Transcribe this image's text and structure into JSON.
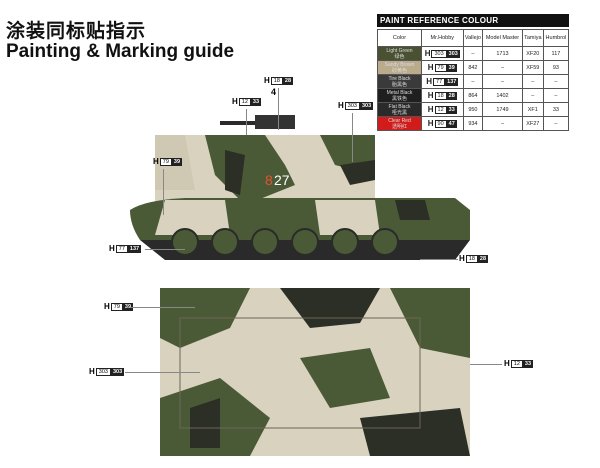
{
  "title_cn": "涂装同标贴指示",
  "title_en": "Painting & Marking guide",
  "table": {
    "heading": "PAINT  REFERENCE COLOUR",
    "columns": [
      "Color",
      "Mr.Hobby",
      "Vallejo",
      "Model Master",
      "Tamiya",
      "Humbrol"
    ],
    "rows": [
      {
        "name": "Light Green",
        "cn": "绿色",
        "color": "#4a5132",
        "h1": "303",
        "h2": "303",
        "vallejo": "–",
        "mm": "1713",
        "tamiya": "XF20",
        "humbrol": "117"
      },
      {
        "name": "Sandy Brown",
        "cn": "砂黄色",
        "color": "#b9ab8c",
        "h1": "79",
        "h2": "39",
        "vallejo": "842",
        "mm": "–",
        "tamiya": "XF59",
        "humbrol": "93"
      },
      {
        "name": "Tire Black",
        "cn": "胎黑色",
        "color": "#3a3a3a",
        "h1": "77",
        "h2": "137",
        "vallejo": "–",
        "mm": "–",
        "tamiya": "–",
        "humbrol": "–"
      },
      {
        "name": "Metal Black",
        "cn": "黑铁色",
        "color": "#1f1f1f",
        "h1": "18",
        "h2": "28",
        "vallejo": "864",
        "mm": "1402",
        "tamiya": "–",
        "humbrol": "–"
      },
      {
        "name": "Flat Black",
        "cn": "哑光黑",
        "color": "#2a2a2a",
        "h1": "12",
        "h2": "33",
        "vallejo": "950",
        "mm": "1749",
        "tamiya": "XF1",
        "humbrol": "33"
      },
      {
        "name": "Clear Red",
        "cn": "透明红",
        "color": "#d21c1c",
        "h1": "90",
        "h2": "47",
        "vallejo": "934",
        "mm": "–",
        "tamiya": "XF27",
        "humbrol": "–"
      }
    ]
  },
  "prefix": "H",
  "side_callouts": [
    {
      "a": "18",
      "b": "28"
    },
    {
      "a": "12",
      "b": "33"
    },
    {
      "a": "303",
      "b": "303"
    },
    {
      "a": "79",
      "b": "39"
    },
    {
      "a": "77",
      "b": "137"
    },
    {
      "a": "18",
      "b": "28"
    }
  ],
  "marker_number": "4",
  "hull_number": {
    "red": "8",
    "white": "27"
  },
  "top_callouts": [
    {
      "a": "79",
      "b": "39"
    },
    {
      "a": "303",
      "b": "303"
    },
    {
      "a": "12",
      "b": "33"
    }
  ],
  "colors": {
    "green": "#4b5a36",
    "sand": "#d9d2bf",
    "dark": "#2c2f26"
  }
}
